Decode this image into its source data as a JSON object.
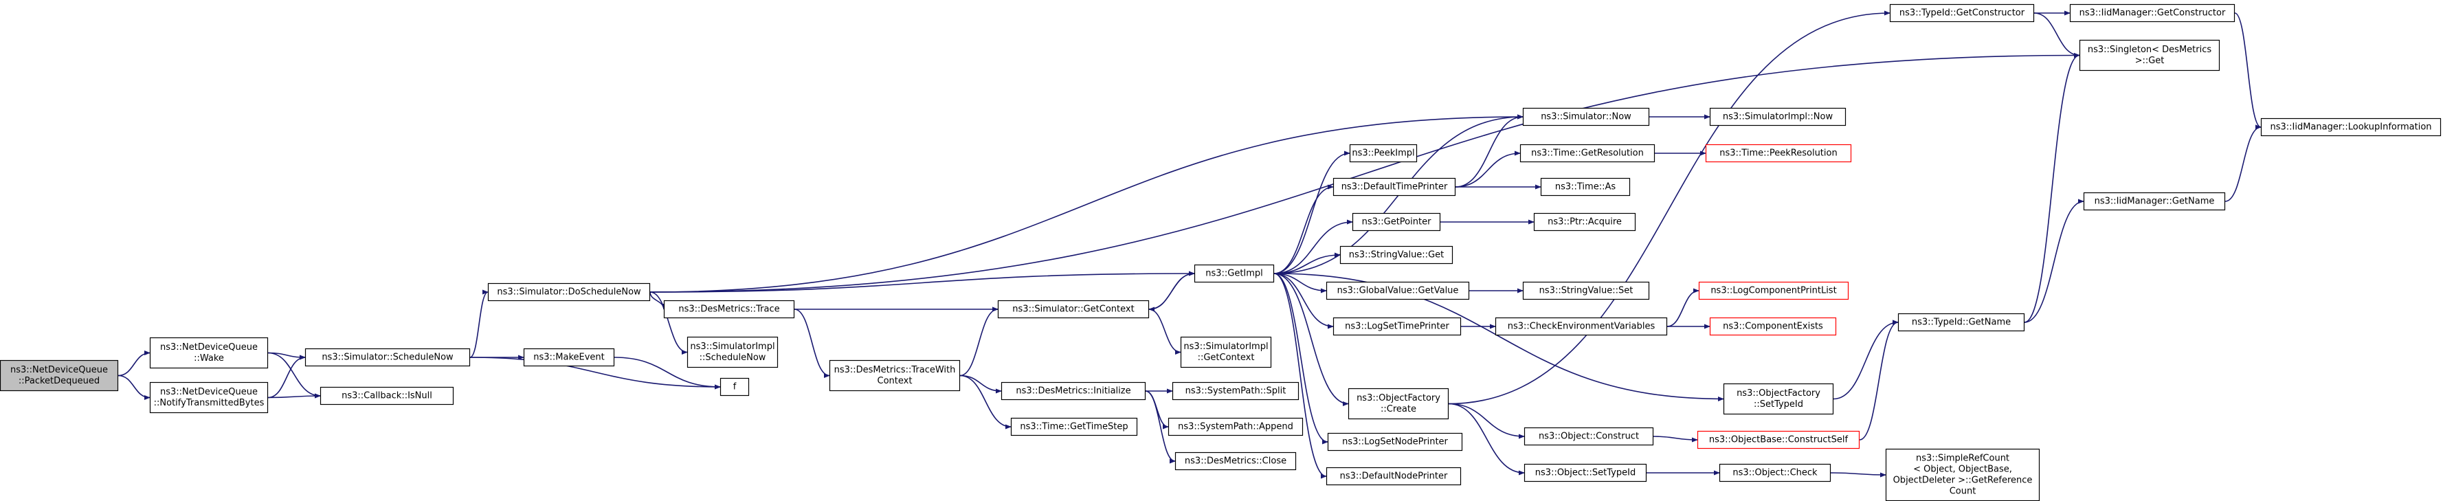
{
  "diagram": {
    "type": "call-graph",
    "edge_color": "#191970",
    "node_border": "#000000",
    "root_fill": "#bfbfbf",
    "error_border": "#ff0000",
    "nodes": [
      {
        "id": "root",
        "lines": [
          "ns3::NetDeviceQueue",
          "::PacketDequeued"
        ]
      },
      {
        "id": "wake",
        "lines": [
          "ns3::NetDeviceQueue",
          "::Wake"
        ]
      },
      {
        "id": "notify",
        "lines": [
          "ns3::NetDeviceQueue",
          "::NotifyTransmittedBytes"
        ]
      },
      {
        "id": "scheduleNow",
        "lines": [
          "ns3::Simulator::ScheduleNow"
        ]
      },
      {
        "id": "isNull",
        "lines": [
          "ns3::Callback::IsNull"
        ]
      },
      {
        "id": "doScheduleNow",
        "lines": [
          "ns3::Simulator::DoScheduleNow"
        ]
      },
      {
        "id": "makeEvent",
        "lines": [
          "ns3::MakeEvent"
        ]
      },
      {
        "id": "f",
        "lines": [
          "f"
        ]
      },
      {
        "id": "trace",
        "lines": [
          "ns3::DesMetrics::Trace"
        ]
      },
      {
        "id": "implScheduleNow",
        "lines": [
          "ns3::SimulatorImpl",
          "::ScheduleNow"
        ]
      },
      {
        "id": "traceWithContext",
        "lines": [
          "ns3::DesMetrics::TraceWith",
          "Context"
        ]
      },
      {
        "id": "getContext",
        "lines": [
          "ns3::Simulator::GetContext"
        ]
      },
      {
        "id": "implGetContext",
        "lines": [
          "ns3::SimulatorImpl",
          "::GetContext"
        ]
      },
      {
        "id": "initialize",
        "lines": [
          "ns3::DesMetrics::Initialize"
        ]
      },
      {
        "id": "getTimeStep",
        "lines": [
          "ns3::Time::GetTimeStep"
        ]
      },
      {
        "id": "split",
        "lines": [
          "ns3::SystemPath::Split"
        ]
      },
      {
        "id": "append",
        "lines": [
          "ns3::SystemPath::Append"
        ]
      },
      {
        "id": "close",
        "lines": [
          "ns3::DesMetrics::Close"
        ]
      },
      {
        "id": "getImpl",
        "lines": [
          "ns3::GetImpl"
        ]
      },
      {
        "id": "peekImpl",
        "lines": [
          "ns3::PeekImpl"
        ]
      },
      {
        "id": "defaultTimePrinter",
        "lines": [
          "ns3::DefaultTimePrinter"
        ]
      },
      {
        "id": "getPointer",
        "lines": [
          "ns3::GetPointer"
        ]
      },
      {
        "id": "stringValueGet",
        "lines": [
          "ns3::StringValue::Get"
        ]
      },
      {
        "id": "globalValueGetValue",
        "lines": [
          "ns3::GlobalValue::GetValue"
        ]
      },
      {
        "id": "logSetTimePrinter",
        "lines": [
          "ns3::LogSetTimePrinter"
        ]
      },
      {
        "id": "objectFactoryCreate",
        "lines": [
          "ns3::ObjectFactory",
          "::Create"
        ]
      },
      {
        "id": "logSetNodePrinter",
        "lines": [
          "ns3::LogSetNodePrinter"
        ]
      },
      {
        "id": "defaultNodePrinter",
        "lines": [
          "ns3::DefaultNodePrinter"
        ]
      },
      {
        "id": "simulatorNow",
        "lines": [
          "ns3::Simulator::Now"
        ]
      },
      {
        "id": "getResolution",
        "lines": [
          "ns3::Time::GetResolution"
        ]
      },
      {
        "id": "timeAs",
        "lines": [
          "ns3::Time::As"
        ]
      },
      {
        "id": "ptrAcquire",
        "lines": [
          "ns3::Ptr::Acquire"
        ]
      },
      {
        "id": "stringValueSet",
        "lines": [
          "ns3::StringValue::Set"
        ]
      },
      {
        "id": "checkEnv",
        "lines": [
          "ns3::CheckEnvironmentVariables"
        ]
      },
      {
        "id": "objectConstruct",
        "lines": [
          "ns3::Object::Construct"
        ]
      },
      {
        "id": "objectSetTypeId",
        "lines": [
          "ns3::Object::SetTypeId"
        ]
      },
      {
        "id": "implNow",
        "lines": [
          "ns3::SimulatorImpl::Now"
        ]
      },
      {
        "id": "peekResolution",
        "lines": [
          "ns3::Time::PeekResolution"
        ],
        "error": true
      },
      {
        "id": "logComponentPrintList",
        "lines": [
          "ns3::LogComponentPrintList"
        ],
        "error": true
      },
      {
        "id": "componentExists",
        "lines": [
          "ns3::ComponentExists"
        ],
        "error": true
      },
      {
        "id": "factorySetTypeId",
        "lines": [
          "ns3::ObjectFactory",
          "::SetTypeId"
        ]
      },
      {
        "id": "constructSelf",
        "lines": [
          "ns3::ObjectBase::ConstructSelf"
        ],
        "error": true
      },
      {
        "id": "objectCheck",
        "lines": [
          "ns3::Object::Check"
        ]
      },
      {
        "id": "typeIdGetConstructor",
        "lines": [
          "ns3::TypeId::GetConstructor"
        ]
      },
      {
        "id": "singletonGet",
        "lines": [
          "ns3::Singleton< DesMetrics",
          " >::Get"
        ]
      },
      {
        "id": "typeIdGetName",
        "lines": [
          "ns3::TypeId::GetName"
        ]
      },
      {
        "id": "simpleRefCount",
        "lines": [
          "ns3::SimpleRefCount",
          "< Object, ObjectBase,",
          " ObjectDeleter >::GetReference",
          "Count"
        ]
      },
      {
        "id": "iidGetConstructor",
        "lines": [
          "ns3::IidManager::GetConstructor"
        ]
      },
      {
        "id": "iidGetName",
        "lines": [
          "ns3::IidManager::GetName"
        ]
      },
      {
        "id": "iidLookup",
        "lines": [
          "ns3::IidManager::LookupInformation"
        ]
      }
    ],
    "edges": [
      [
        "root",
        "wake"
      ],
      [
        "root",
        "notify"
      ],
      [
        "wake",
        "scheduleNow"
      ],
      [
        "wake",
        "isNull"
      ],
      [
        "notify",
        "scheduleNow"
      ],
      [
        "notify",
        "isNull"
      ],
      [
        "scheduleNow",
        "doScheduleNow"
      ],
      [
        "scheduleNow",
        "makeEvent"
      ],
      [
        "scheduleNow",
        "f"
      ],
      [
        "makeEvent",
        "f"
      ],
      [
        "doScheduleNow",
        "trace"
      ],
      [
        "doScheduleNow",
        "implScheduleNow"
      ],
      [
        "doScheduleNow",
        "getImpl"
      ],
      [
        "doScheduleNow",
        "simulatorNow"
      ],
      [
        "doScheduleNow",
        "singletonGet"
      ],
      [
        "trace",
        "traceWithContext"
      ],
      [
        "trace",
        "getContext"
      ],
      [
        "traceWithContext",
        "getContext"
      ],
      [
        "traceWithContext",
        "initialize"
      ],
      [
        "traceWithContext",
        "getTimeStep"
      ],
      [
        "getContext",
        "getImpl"
      ],
      [
        "getContext",
        "implGetContext"
      ],
      [
        "initialize",
        "split"
      ],
      [
        "initialize",
        "append"
      ],
      [
        "initialize",
        "close"
      ],
      [
        "getImpl",
        "getContext"
      ],
      [
        "getImpl",
        "peekImpl"
      ],
      [
        "getImpl",
        "defaultTimePrinter"
      ],
      [
        "getImpl",
        "getPointer"
      ],
      [
        "getImpl",
        "stringValueGet"
      ],
      [
        "getImpl",
        "globalValueGetValue"
      ],
      [
        "getImpl",
        "logSetTimePrinter"
      ],
      [
        "getImpl",
        "objectFactoryCreate"
      ],
      [
        "getImpl",
        "logSetNodePrinter"
      ],
      [
        "getImpl",
        "defaultNodePrinter"
      ],
      [
        "getImpl",
        "factorySetTypeId"
      ],
      [
        "getImpl",
        "simulatorNow"
      ],
      [
        "defaultTimePrinter",
        "simulatorNow"
      ],
      [
        "defaultTimePrinter",
        "getResolution"
      ],
      [
        "defaultTimePrinter",
        "timeAs"
      ],
      [
        "simulatorNow",
        "implNow"
      ],
      [
        "getResolution",
        "peekResolution"
      ],
      [
        "getPointer",
        "ptrAcquire"
      ],
      [
        "globalValueGetValue",
        "stringValueSet"
      ],
      [
        "logSetTimePrinter",
        "checkEnv"
      ],
      [
        "checkEnv",
        "logComponentPrintList"
      ],
      [
        "checkEnv",
        "componentExists"
      ],
      [
        "objectFactoryCreate",
        "objectConstruct"
      ],
      [
        "objectFactoryCreate",
        "objectSetTypeId"
      ],
      [
        "objectFactoryCreate",
        "typeIdGetConstructor"
      ],
      [
        "objectConstruct",
        "constructSelf"
      ],
      [
        "constructSelf",
        "typeIdGetName"
      ],
      [
        "objectSetTypeId",
        "objectCheck"
      ],
      [
        "objectCheck",
        "simpleRefCount"
      ],
      [
        "factorySetTypeId",
        "typeIdGetName"
      ],
      [
        "typeIdGetConstructor",
        "iidGetConstructor"
      ],
      [
        "typeIdGetConstructor",
        "singletonGet"
      ],
      [
        "typeIdGetName",
        "singletonGet"
      ],
      [
        "typeIdGetName",
        "iidGetName"
      ],
      [
        "iidGetConstructor",
        "iidLookup"
      ],
      [
        "iidGetName",
        "iidLookup"
      ]
    ]
  }
}
